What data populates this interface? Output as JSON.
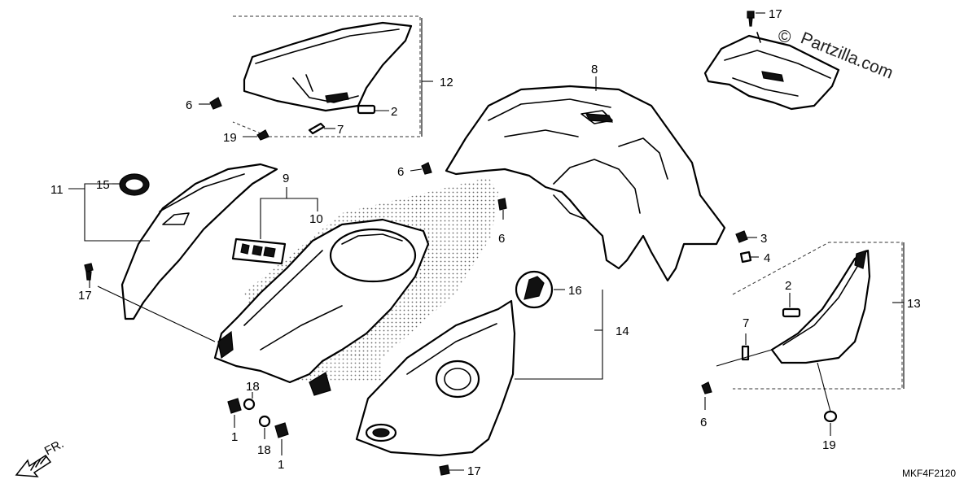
{
  "watermark": {
    "copyright_symbol": "©",
    "text": "Partzilla.com"
  },
  "diagram_code": "MKF4F2120",
  "direction_label": "FR.",
  "callouts": [
    {
      "id": "c12",
      "label": "12"
    },
    {
      "id": "c6a",
      "label": "6"
    },
    {
      "id": "c2a",
      "label": "2"
    },
    {
      "id": "c7a",
      "label": "7"
    },
    {
      "id": "c19a",
      "label": "19"
    },
    {
      "id": "c17a",
      "label": "17"
    },
    {
      "id": "c8",
      "label": "8"
    },
    {
      "id": "c6b",
      "label": "6"
    },
    {
      "id": "c6c",
      "label": "6"
    },
    {
      "id": "c3",
      "label": "3"
    },
    {
      "id": "c4",
      "label": "4"
    },
    {
      "id": "c15",
      "label": "15"
    },
    {
      "id": "c11",
      "label": "11"
    },
    {
      "id": "c9",
      "label": "9"
    },
    {
      "id": "c10",
      "label": "10"
    },
    {
      "id": "c17b",
      "label": "17"
    },
    {
      "id": "c16",
      "label": "16"
    },
    {
      "id": "c14",
      "label": "14"
    },
    {
      "id": "c13",
      "label": "13"
    },
    {
      "id": "c2b",
      "label": "2"
    },
    {
      "id": "c7b",
      "label": "7"
    },
    {
      "id": "c6d",
      "label": "6"
    },
    {
      "id": "c19b",
      "label": "19"
    },
    {
      "id": "c18a",
      "label": "18"
    },
    {
      "id": "c1a",
      "label": "1"
    },
    {
      "id": "c18b",
      "label": "18"
    },
    {
      "id": "c1b",
      "label": "1"
    },
    {
      "id": "c17c",
      "label": "17"
    }
  ]
}
